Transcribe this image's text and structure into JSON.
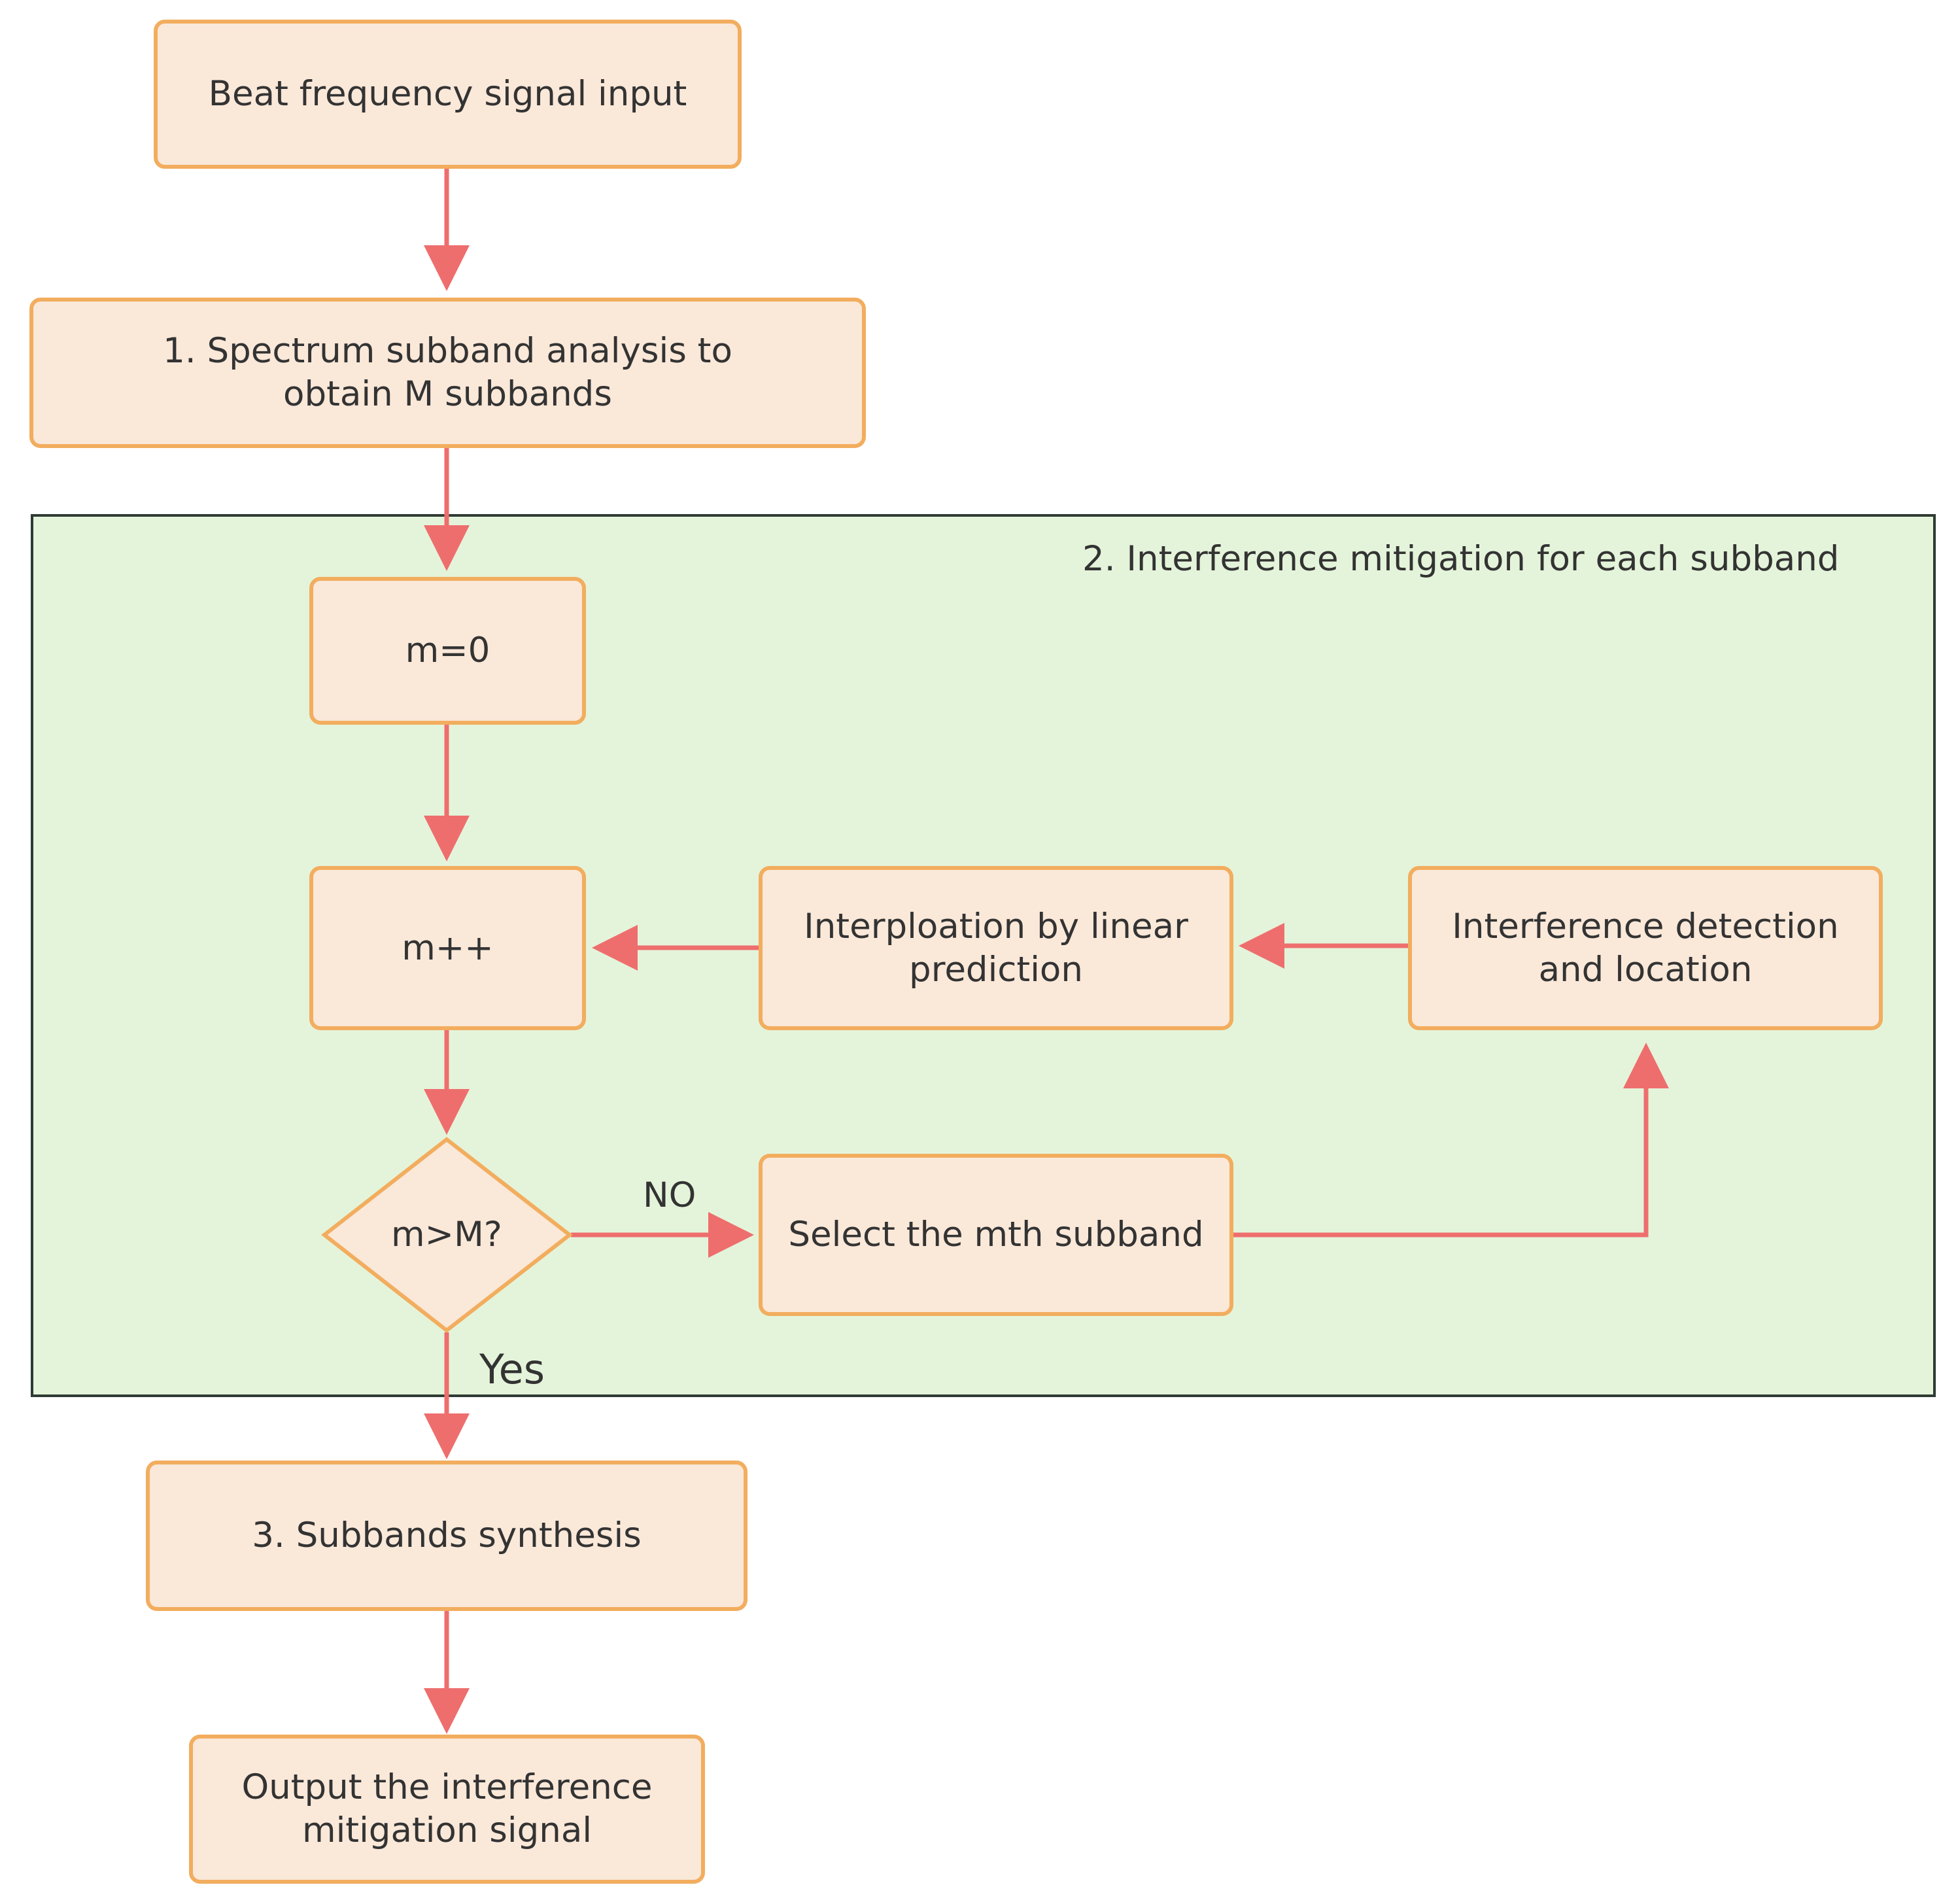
{
  "diagram": {
    "group_label": "2. Interference mitigation for each subband",
    "nodes": {
      "input": "Beat frequency signal input",
      "subband_analysis": "1. Spectrum subband analysis to obtain M subbands",
      "m_init": "m=0",
      "m_inc": "m++",
      "decision": "m>M?",
      "select_subband": "Select the mth subband",
      "detection": "Interference detection and location",
      "interpolation": "Interploation by linear prediction",
      "synthesis": "3. Subbands synthesis",
      "output": "Output the interference mitigation signal"
    },
    "edge_labels": {
      "no": "NO",
      "yes": "Yes"
    },
    "colors": {
      "node_fill": "#FAE8D9",
      "node_stroke": "#F2AD5E",
      "edge": "#EE6E6E",
      "group_fill": "#E4F4DA",
      "group_stroke": "#2F3A33",
      "text": "#333333"
    }
  }
}
